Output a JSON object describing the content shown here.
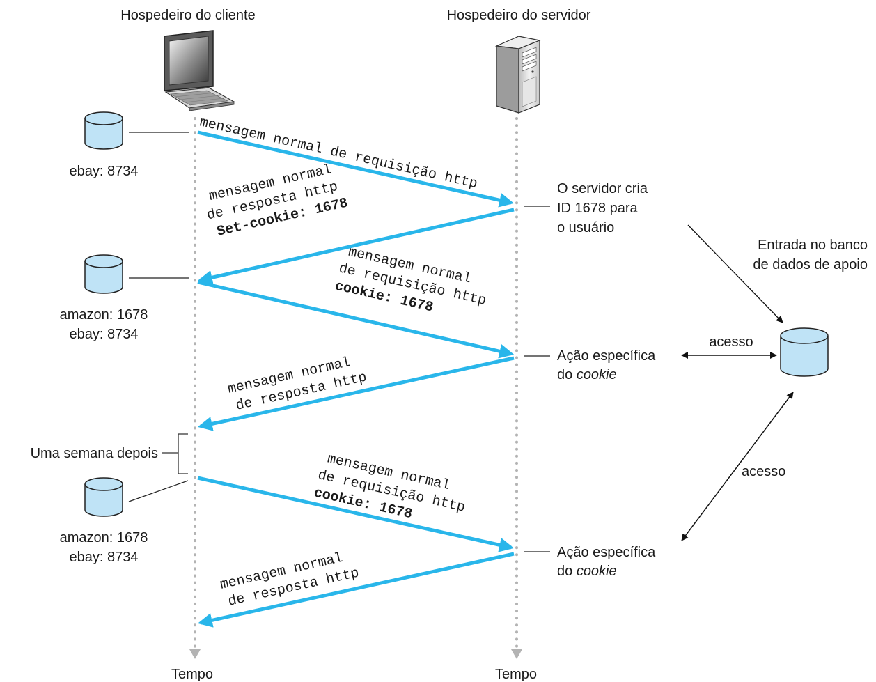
{
  "colors": {
    "arrow": "#29b6ea",
    "timeline": "#b3b3b3",
    "db_fill": "#bfe3f6",
    "db_stroke": "#222222",
    "text": "#1a1a1a"
  },
  "hosts": {
    "client_title": "Hospedeiro do cliente",
    "server_title": "Hospedeiro do servidor",
    "client_icon": "computer-icon",
    "server_icon": "server-tower-icon"
  },
  "time_labels": {
    "client": "Tempo",
    "server": "Tempo"
  },
  "client_stores": {
    "first": [
      "ebay: 8734"
    ],
    "second": [
      "amazon: 1678",
      "ebay: 8734"
    ],
    "third": [
      "amazon: 1678",
      "ebay: 8734"
    ]
  },
  "messages": {
    "m1": [
      "mensagem normal de requisição http"
    ],
    "m2": [
      "mensagem normal",
      "de resposta http"
    ],
    "m2_bold": "Set-cookie: 1678",
    "m3": [
      "mensagem normal",
      "de requisição http"
    ],
    "m3_bold": "cookie: 1678",
    "m4": [
      "mensagem normal",
      "de resposta http"
    ],
    "m5": [
      "mensagem normal",
      "de requisição http"
    ],
    "m5_bold": "cookie: 1678",
    "m6": [
      "mensagem normal",
      "de resposta http"
    ]
  },
  "server_notes": {
    "creates_id": [
      "O servidor cria",
      "ID 1678 para",
      "o usuário"
    ],
    "action1_line1": "Ação específica",
    "action1_line2_prefix": "do ",
    "action1_line2_italic": "cookie",
    "action2_line1": "Ação específica",
    "action2_line2_prefix": "do ",
    "action2_line2_italic": "cookie"
  },
  "backend": {
    "label": [
      "Entrada no banco",
      "de dados de apoio"
    ],
    "access1": "acesso",
    "access2": "acesso"
  },
  "week_later": "Uma semana depois"
}
